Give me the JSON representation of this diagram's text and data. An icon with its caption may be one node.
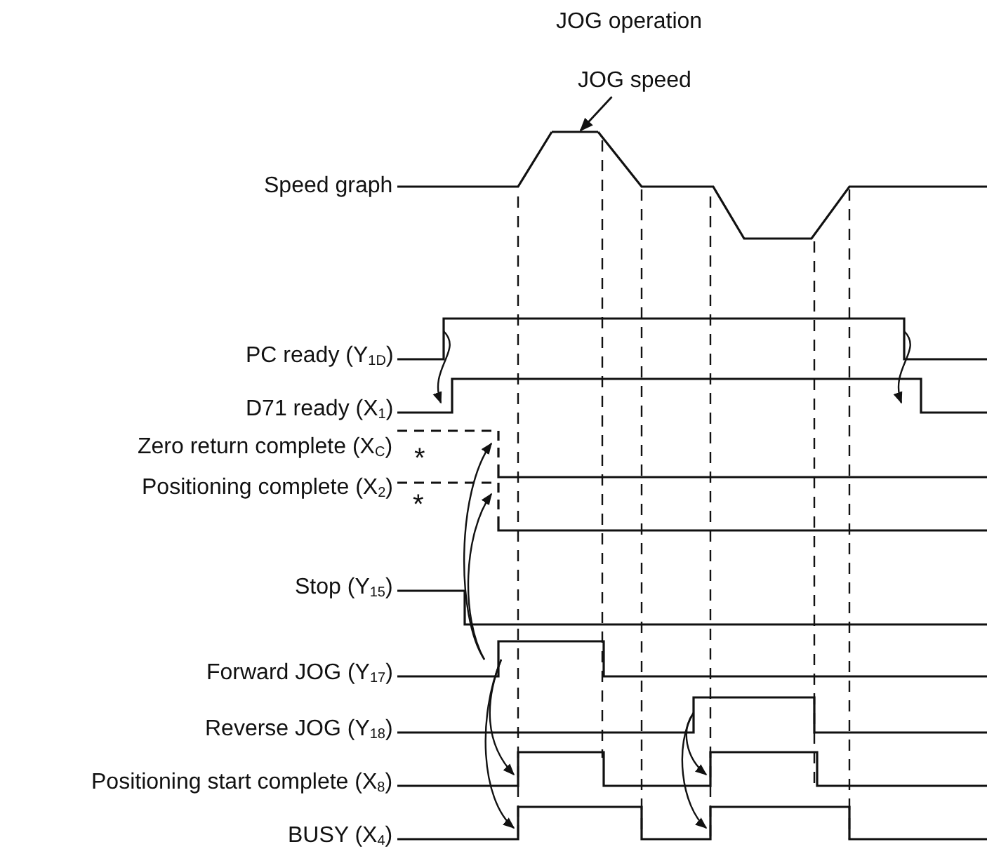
{
  "diagram": {
    "title": "JOG operation",
    "nodes": [
      {
        "text": [
          "JOG speed"
        ]
      },
      {
        "text": [],
        "shape": "line"
      }
    ],
    "edges": [
      {
        "from": 0,
        "to": 1,
        "arrow": "to"
      }
    ],
    "labels": [
      "Speed graph",
      "PC ready (Y$_{1D}$)",
      "D71 ready (X$_{1}$)",
      "Zero return complete (X$_{C}$)",
      "*",
      "Positioning complete (X$_{2}$)",
      "*",
      "Stop (Y$_{15}$)",
      "Forward JOG (Y$_{17}$)",
      "Reverse JOG (Y$_{18}$)",
      "Positioning start complete (X$_{8}$)",
      "BUSY (X$_{4}$)"
    ]
  }
}
